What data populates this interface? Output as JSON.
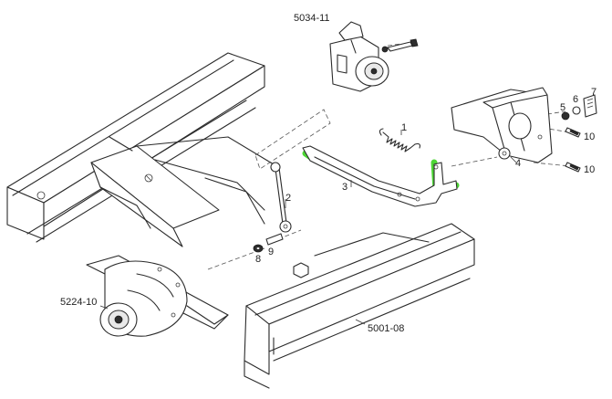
{
  "labels": {
    "part_5034_11": "5034-11",
    "part_5224_10": "5224-10",
    "part_5001_08": "5001-08",
    "item_1": "1",
    "item_2": "2",
    "item_3": "3",
    "item_4": "4",
    "item_5": "5",
    "item_6": "6",
    "item_7": "7",
    "item_8": "8",
    "item_9": "9",
    "item_10a": "10",
    "item_10b": "10"
  },
  "colors": {
    "highlight": "#3ad11f",
    "line": "#2b2b2b",
    "background": "#ffffff"
  }
}
